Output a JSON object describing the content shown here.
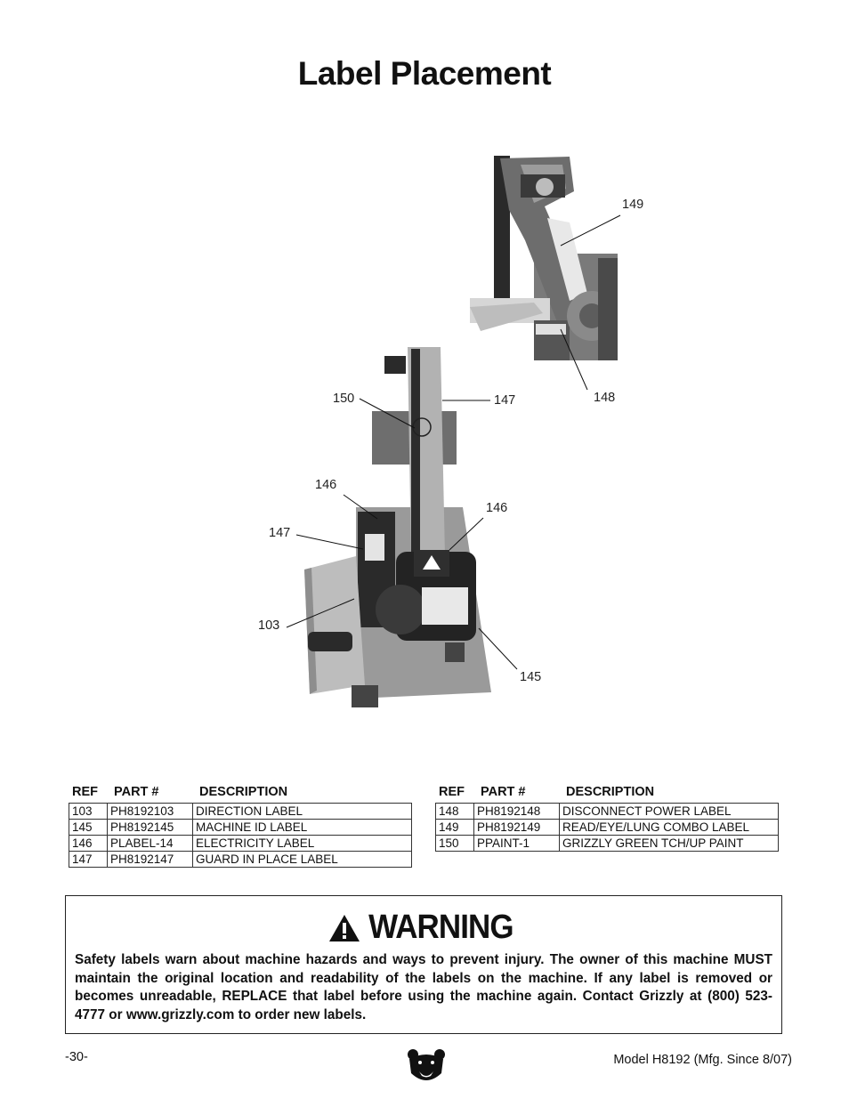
{
  "page": {
    "title": "Label Placement"
  },
  "callouts": [
    "149",
    "150",
    "147",
    "148",
    "146",
    "146",
    "147",
    "103",
    "145"
  ],
  "tables": {
    "headers": {
      "ref": "REF",
      "part": "PART #",
      "desc": "DESCRIPTION"
    },
    "left": [
      {
        "ref": "103",
        "part": "PH8192103",
        "desc": "DIRECTION LABEL"
      },
      {
        "ref": "145",
        "part": "PH8192145",
        "desc": "MACHINE ID LABEL"
      },
      {
        "ref": "146",
        "part": "PLABEL-14",
        "desc": "ELECTRICITY LABEL"
      },
      {
        "ref": "147",
        "part": "PH8192147",
        "desc": "GUARD IN PLACE LABEL"
      }
    ],
    "right": [
      {
        "ref": "148",
        "part": "PH8192148",
        "desc": "DISCONNECT POWER LABEL"
      },
      {
        "ref": "149",
        "part": "PH8192149",
        "desc": "READ/EYE/LUNG COMBO LABEL"
      },
      {
        "ref": "150",
        "part": "PPAINT-1",
        "desc": "GRIZZLY GREEN TCH/UP PAINT"
      }
    ]
  },
  "warning": {
    "heading": "WARNING",
    "text": "Safety labels warn about machine hazards and ways to prevent injury. The owner of this machine MUST maintain the original location and readability of the labels on the machine. If any label is removed or becomes unreadable, REPLACE that label before using the machine again. Contact Grizzly at (800) 523-4777 or www.grizzly.com to order new labels."
  },
  "footer": {
    "page_number": "-30-",
    "model": "Model H8192 (Mfg. Since 8/07)"
  }
}
